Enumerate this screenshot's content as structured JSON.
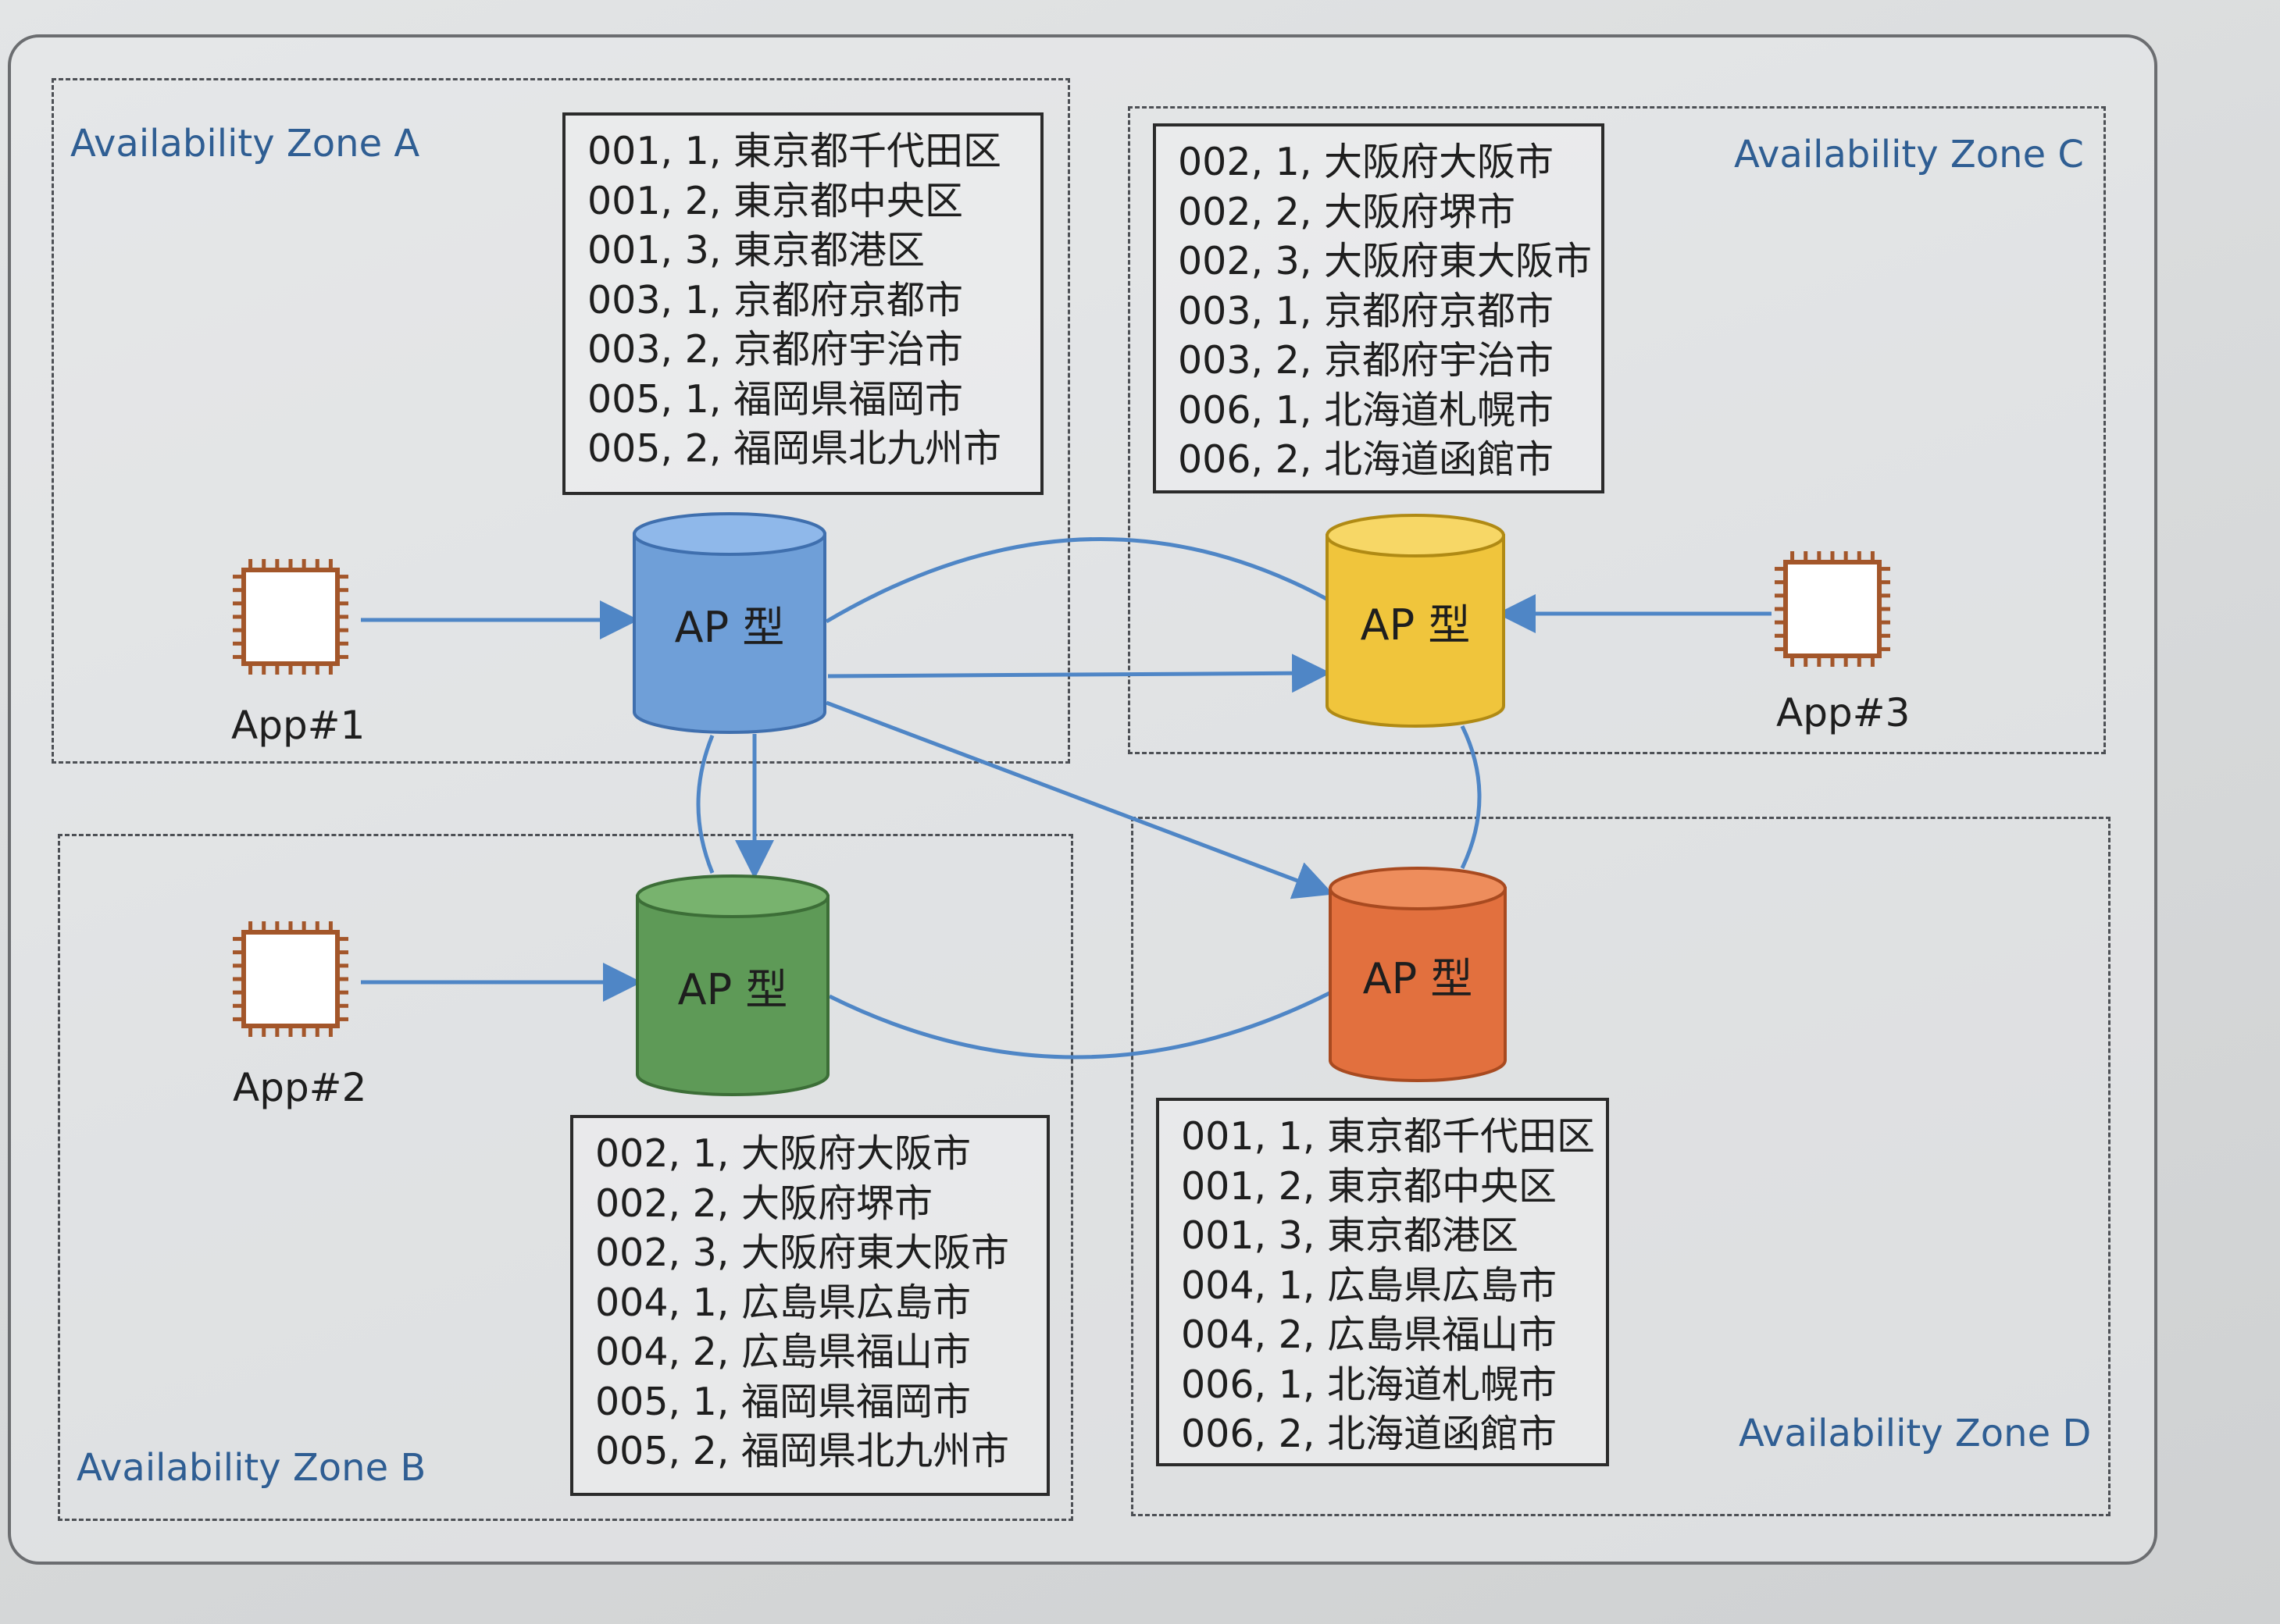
{
  "zones": {
    "a": {
      "label": "Availability Zone A"
    },
    "b": {
      "label": "Availability Zone B"
    },
    "c": {
      "label": "Availability Zone C"
    },
    "d": {
      "label": "Availability Zone D"
    }
  },
  "databases": {
    "a": {
      "label": "AP 型",
      "color": "#6f9fd8",
      "top_color": "#8fb8ea",
      "stroke": "#3f6fae"
    },
    "b": {
      "label": "AP 型",
      "color": "#5e9a57",
      "top_color": "#78b36e",
      "stroke": "#3c6e37"
    },
    "c": {
      "label": "AP 型",
      "color": "#f0c53c",
      "top_color": "#f7d766",
      "stroke": "#b08a14"
    },
    "d": {
      "label": "AP 型",
      "color": "#e2703e",
      "top_color": "#ee8d5c",
      "stroke": "#a84a20"
    }
  },
  "apps": {
    "app1": {
      "label": "App#1",
      "icon": "chip-icon"
    },
    "app2": {
      "label": "App#2",
      "icon": "chip-icon"
    },
    "app3": {
      "label": "App#3",
      "icon": "chip-icon"
    }
  },
  "records": {
    "a": [
      "001, 1, 東京都千代田区",
      "001, 2, 東京都中央区",
      "001, 3, 東京都港区",
      "003, 1, 京都府京都市",
      "003, 2, 京都府宇治市",
      "005, 1, 福岡県福岡市",
      "005, 2, 福岡県北九州市"
    ],
    "b": [
      "002, 1, 大阪府大阪市",
      "002, 2, 大阪府堺市",
      "002, 3, 大阪府東大阪市",
      "004, 1, 広島県広島市",
      "004, 2, 広島県福山市",
      "005, 1, 福岡県福岡市",
      "005, 2, 福岡県北九州市"
    ],
    "c": [
      "002, 1, 大阪府大阪市",
      "002, 2, 大阪府堺市",
      "002, 3, 大阪府東大阪市",
      "003, 1, 京都府京都市",
      "003, 2, 京都府宇治市",
      "006, 1, 北海道札幌市",
      "006, 2, 北海道函館市"
    ],
    "d": [
      "001, 1, 東京都千代田区",
      "001, 2, 東京都中央区",
      "001, 3, 東京都港区",
      "004, 1, 広島県広島市",
      "004, 2, 広島県福山市",
      "006, 1, 北海道札幌市",
      "006, 2, 北海道函館市"
    ]
  },
  "colors": {
    "arrow": "#4f86c6",
    "chip": "#a3562a",
    "zone_label": "#2f5e93"
  }
}
